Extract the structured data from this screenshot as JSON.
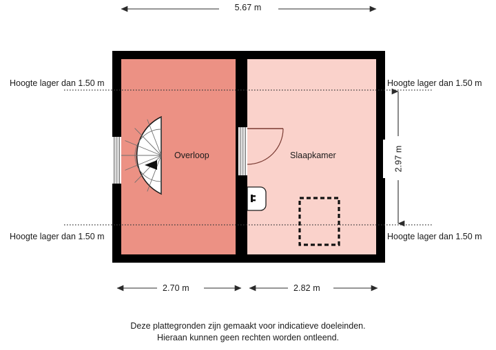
{
  "plan": {
    "title_top_dimension": "5.67 m",
    "right_dimension": "2.97 m",
    "bottom_dimensions": [
      {
        "label": "2.70 m"
      },
      {
        "label": "2.82 m"
      }
    ],
    "height_notes": {
      "top_left": "Hoogte lager dan 1.50 m",
      "top_right": "Hoogte lager dan 1.50 m",
      "bottom_left": "Hoogte lager dan 1.50 m",
      "bottom_right": "Hoogte lager dan 1.50 m"
    },
    "rooms": [
      {
        "name": "Overloop",
        "fill": "#EC9184"
      },
      {
        "name": "Slaapkamer",
        "fill": "#FAD2CB"
      }
    ],
    "colors": {
      "wall": "#000000",
      "room_left": "#EC9184",
      "room_right": "#FAD2CB",
      "dimension_line": "#2b2b2b",
      "dotted_line": "#3a3a3a",
      "fixture_outline": "#1a1a1a",
      "door_arc": "#7a3b33",
      "background": "#ffffff"
    },
    "disclaimer": {
      "line1": "Deze plattegronden zijn gemaakt voor indicatieve doeleinden.",
      "line2": "Hieraan kunnen geen rechten worden ontleend."
    }
  }
}
